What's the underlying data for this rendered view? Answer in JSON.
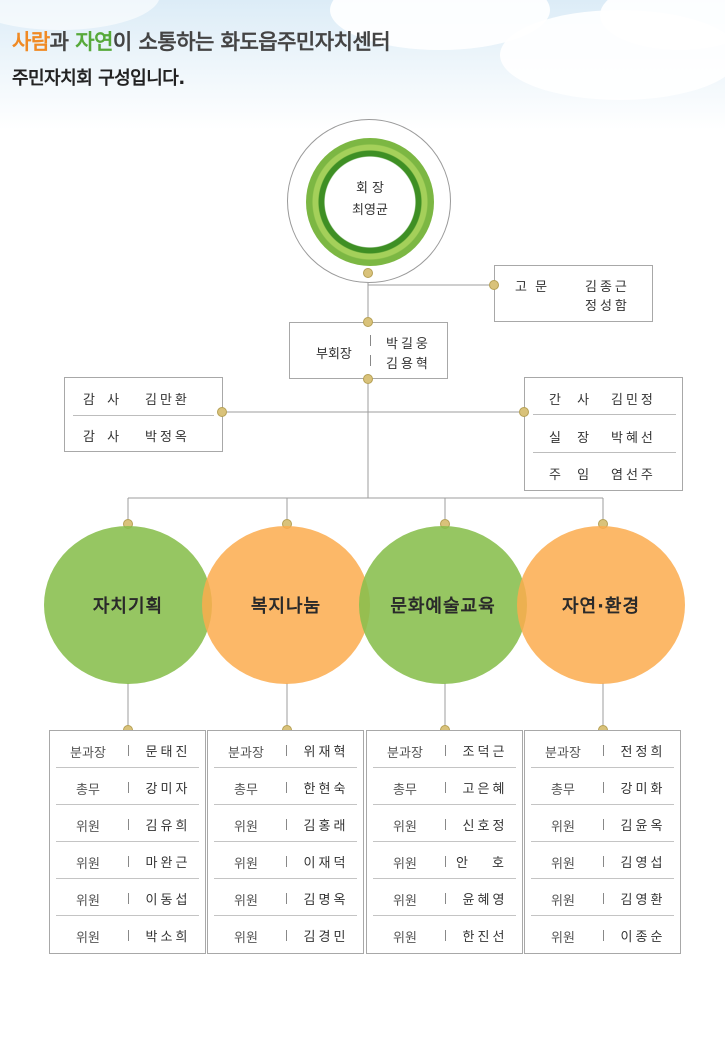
{
  "header": {
    "part1": "사람",
    "part2": "과 ",
    "part3": "자연",
    "part4": "이 소통하는 화도읍주민자치센터",
    "subtitle": "주민자치회 구성입니다."
  },
  "chairman": {
    "title": "회 장",
    "name": "최영균"
  },
  "advisor": {
    "label": "고 문",
    "names": [
      "김종근",
      "정성함"
    ]
  },
  "vice_chair": {
    "label": "부회장",
    "names": [
      "박길웅",
      "김용혁"
    ]
  },
  "auditors": [
    {
      "label": "감 사",
      "name": "김만환"
    },
    {
      "label": "감 사",
      "name": "박정옥"
    }
  ],
  "staff": [
    {
      "label": "간 사",
      "name": "김민정"
    },
    {
      "label": "실 장",
      "name": "박혜선"
    },
    {
      "label": "주 임",
      "name": "염선주"
    }
  ],
  "colors": {
    "green": "#88be4c",
    "orange": "#fcab4e",
    "dot": "#d9c27a"
  },
  "committees": [
    {
      "name": "자치기획",
      "members": [
        {
          "role": "분과장",
          "name": "문태진"
        },
        {
          "role": "총무",
          "name": "강미자"
        },
        {
          "role": "위원",
          "name": "김유희"
        },
        {
          "role": "위원",
          "name": "마완근"
        },
        {
          "role": "위원",
          "name": "이동섭"
        },
        {
          "role": "위원",
          "name": "박소희"
        }
      ]
    },
    {
      "name": "복지나눔",
      "members": [
        {
          "role": "분과장",
          "name": "위재혁"
        },
        {
          "role": "총무",
          "name": "한현숙"
        },
        {
          "role": "위원",
          "name": "김홍래"
        },
        {
          "role": "위원",
          "name": "이재덕"
        },
        {
          "role": "위원",
          "name": "김명옥"
        },
        {
          "role": "위원",
          "name": "김경민"
        }
      ]
    },
    {
      "name": "문화예술교육",
      "members": [
        {
          "role": "분과장",
          "name": "조덕근"
        },
        {
          "role": "총무",
          "name": "고은혜"
        },
        {
          "role": "위원",
          "name": "신호정"
        },
        {
          "role": "위원",
          "name": "안 호"
        },
        {
          "role": "위원",
          "name": "윤혜영"
        },
        {
          "role": "위원",
          "name": "한진선"
        }
      ]
    },
    {
      "name": "자연·환경",
      "members": [
        {
          "role": "분과장",
          "name": "전정희"
        },
        {
          "role": "총무",
          "name": "강미화"
        },
        {
          "role": "위원",
          "name": "김윤옥"
        },
        {
          "role": "위원",
          "name": "김영섭"
        },
        {
          "role": "위원",
          "name": "김영환"
        },
        {
          "role": "위원",
          "name": "이종순"
        }
      ]
    }
  ]
}
